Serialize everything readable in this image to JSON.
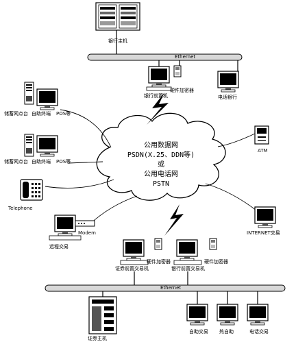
{
  "cloud": {
    "line1": "公用数据网",
    "line2": "PSDN(X.25、DDN等)",
    "line3": "或",
    "line4": "公用电话网",
    "line5": "PSTN"
  },
  "buses": {
    "top": "Ethernet",
    "bottom": "Ethernet"
  },
  "labels": {
    "bank_host": "银行主机",
    "bank_frontend": "银行前置机",
    "encryptor_top": "硬件加密器",
    "phone_banking": "电话银行",
    "counter1": "储蓄网点台",
    "selfservice1": "自助终端",
    "pos1": "POS等",
    "counter2": "储蓄网点台",
    "selfservice2": "自助终端",
    "pos2": "POS等",
    "atm": "ATM",
    "telephone": "Telephone",
    "remote_trading": "远程交易",
    "modem": "Modem",
    "internet_trading": "INTERNET交易",
    "securities_frontend": "证券前置交易机",
    "encryptor_mid": "硬件加密器",
    "bank_frontend2": "银行前置交易机",
    "encryptor_mid2": "硬件加密器",
    "securities_host": "证券主机",
    "self_trading1": "自助交易",
    "self_trading2": "热自助",
    "phone_trading": "电话交易"
  }
}
